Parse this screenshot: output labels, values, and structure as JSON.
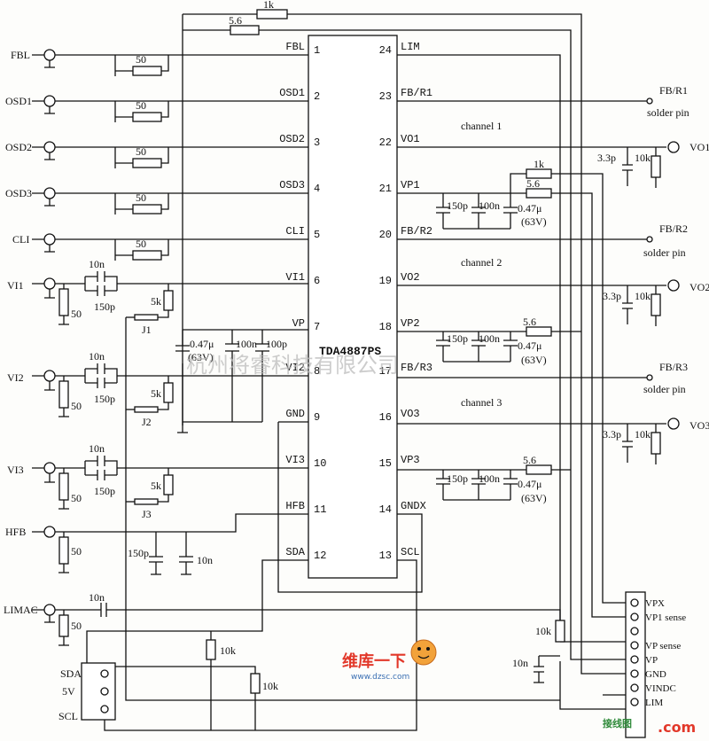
{
  "chip": {
    "name": "TDA4887PS",
    "left_pins": [
      {
        "num": "1",
        "label": "FBL"
      },
      {
        "num": "2",
        "label": "OSD1"
      },
      {
        "num": "3",
        "label": "OSD2"
      },
      {
        "num": "4",
        "label": "OSD3"
      },
      {
        "num": "5",
        "label": "CLI"
      },
      {
        "num": "6",
        "label": "VI1"
      },
      {
        "num": "7",
        "label": "VP"
      },
      {
        "num": "8",
        "label": "VI2"
      },
      {
        "num": "9",
        "label": "GND"
      },
      {
        "num": "10",
        "label": "VI3"
      },
      {
        "num": "11",
        "label": "HFB"
      },
      {
        "num": "12",
        "label": "SDA"
      }
    ],
    "right_pins": [
      {
        "num": "24",
        "label": "LIM"
      },
      {
        "num": "23",
        "label": "FB/R1"
      },
      {
        "num": "22",
        "label": "VO1"
      },
      {
        "num": "21",
        "label": "VP1"
      },
      {
        "num": "20",
        "label": "FB/R2"
      },
      {
        "num": "19",
        "label": "VO2"
      },
      {
        "num": "18",
        "label": "VP2"
      },
      {
        "num": "17",
        "label": "FB/R3"
      },
      {
        "num": "16",
        "label": "VO3"
      },
      {
        "num": "15",
        "label": "VP3"
      },
      {
        "num": "14",
        "label": "GNDX"
      },
      {
        "num": "13",
        "label": "SCL"
      }
    ]
  },
  "inputs": {
    "fbl": "FBL",
    "osd1": "OSD1",
    "osd2": "OSD2",
    "osd3": "OSD3",
    "cli": "CLI",
    "vi1": "VI1",
    "vi2": "VI2",
    "vi3": "VI3",
    "hfb": "HFB",
    "limac": "LIMAC"
  },
  "channels": [
    "channel 1",
    "channel 2",
    "channel 3"
  ],
  "outputs": {
    "vo1": "VO1",
    "vo2": "VO2",
    "vo3": "VO3"
  },
  "solder": [
    {
      "net": "FB/R1",
      "note": "solder pin"
    },
    {
      "net": "FB/R2",
      "note": "solder pin"
    },
    {
      "net": "FB/R3",
      "note": "solder pin"
    }
  ],
  "connector_left": [
    "SDA",
    "5V",
    "SCL"
  ],
  "connector_right": [
    "VPX",
    "VP1 sense",
    "VP sense",
    "VP",
    "GND",
    "VINDC",
    "LIM"
  ],
  "values": {
    "r1k": "1k",
    "r5_6": "5.6",
    "r50": "50",
    "c10n": "10n",
    "c150p": "150p",
    "r5k": "5k",
    "c0_47": "0.47μ",
    "v63": "(63V)",
    "c100n": "100n",
    "c100p": "100p",
    "c3_3p": "3.3p",
    "r10k": "10k",
    "j1": "J1",
    "j2": "J2",
    "j3": "J3"
  },
  "watermark": "杭州将睿科技有限公司",
  "logo": {
    "title": "维库一下",
    "url": "www.dzsc.com",
    "corner": "接线图",
    "corner2": ".com"
  }
}
